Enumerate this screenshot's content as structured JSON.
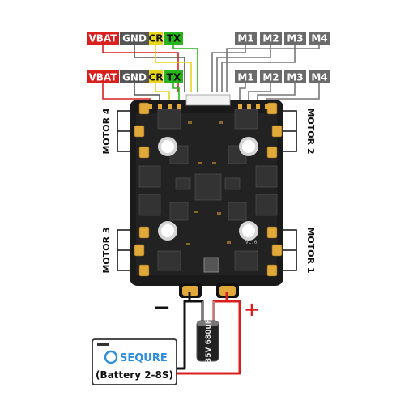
{
  "labels_top": [
    "VBAT",
    "GND",
    "CR",
    "TX"
  ],
  "labels_top_motor": [
    "M1",
    "M2",
    "M3",
    "M4"
  ],
  "labels_mid": [
    "VBAT",
    "GND",
    "CR",
    "TX"
  ],
  "labels_mid_motor": [
    "M1",
    "M2",
    "M3",
    "M4"
  ],
  "motors": {
    "motor4": "MOTOR 4",
    "motor2": "MOTOR 2",
    "motor3": "MOTOR 3",
    "motor1": "MOTOR 1"
  },
  "polarity": {
    "negative": "−",
    "positive": "+"
  },
  "capacitor": {
    "text": "35V 680uF"
  },
  "battery": {
    "brand": "SEQURE",
    "subtitle": "(Battery 2-8S)"
  },
  "board_marking": "VL.0",
  "colors": {
    "vbat": "#d9201e",
    "gnd": "#555555",
    "cr": "#e6d51a",
    "tx": "#28b41c",
    "motor_label": "#6b6b6b",
    "board": "#1a1a1a",
    "pad": "#e0a93a",
    "brand": "#2a8de0"
  }
}
